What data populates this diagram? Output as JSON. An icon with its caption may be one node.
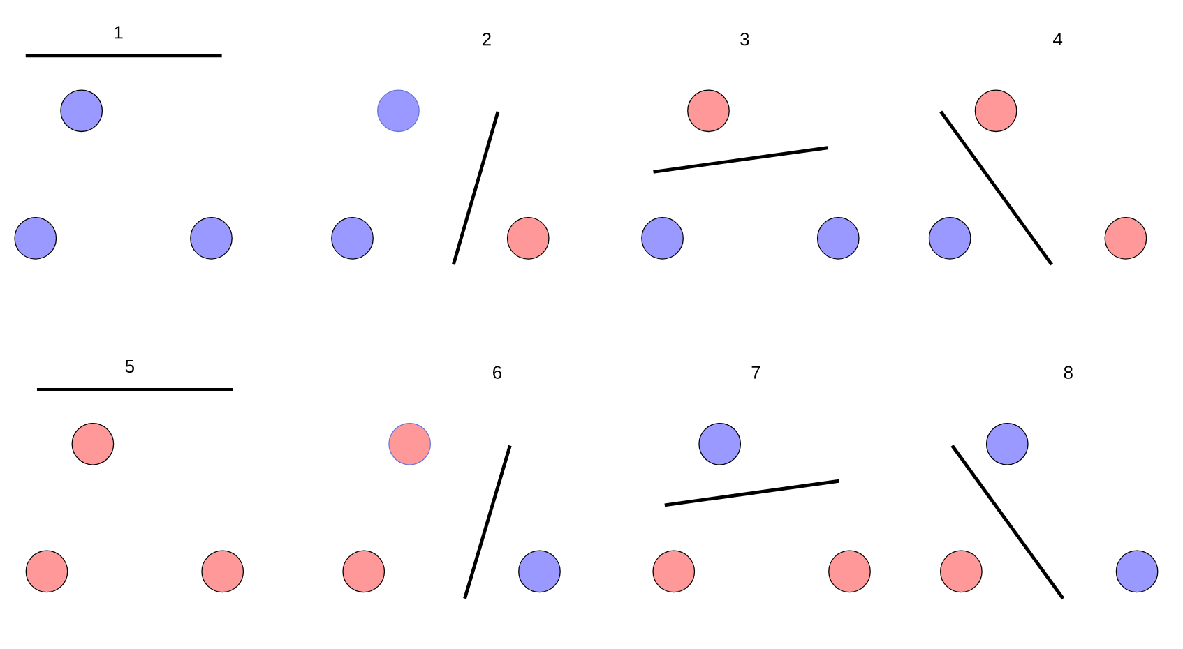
{
  "diagram": {
    "nodes": [
      {
        "text": [],
        "shape": "circle"
      },
      {
        "text": [],
        "shape": "circle"
      },
      {
        "text": [],
        "shape": "circle"
      },
      {
        "text": [],
        "shape": "circle"
      },
      {
        "text": [],
        "shape": "circle"
      },
      {
        "text": [],
        "shape": "circle"
      },
      {
        "text": [],
        "shape": "circle"
      },
      {
        "text": [],
        "shape": "circle"
      },
      {
        "text": [],
        "shape": "circle"
      },
      {
        "text": [],
        "shape": "circle"
      },
      {
        "text": [],
        "shape": "circle"
      },
      {
        "text": [],
        "shape": "circle"
      },
      {
        "text": [],
        "shape": "circle"
      },
      {
        "text": [],
        "shape": "circle"
      },
      {
        "text": [],
        "shape": "circle"
      },
      {
        "text": [],
        "shape": "circle"
      },
      {
        "text": [],
        "shape": "circle"
      },
      {
        "text": [],
        "shape": "circle"
      },
      {
        "text": [],
        "shape": "circle"
      },
      {
        "text": [],
        "shape": "circle"
      },
      {
        "text": [],
        "shape": "circle"
      },
      {
        "text": [],
        "shape": "circle"
      },
      {
        "text": [],
        "shape": "circle"
      },
      {
        "text": [],
        "shape": "circle"
      }
    ],
    "labels": [
      "1",
      "2",
      "3",
      "4",
      "5",
      "6",
      "7",
      "8"
    ]
  }
}
